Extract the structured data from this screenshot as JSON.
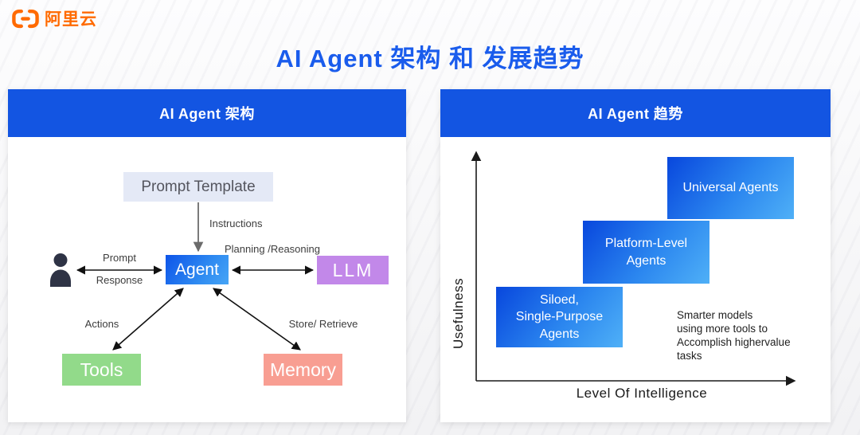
{
  "page": {
    "logo": {
      "brand": "阿里云",
      "color": "#FF6A00"
    },
    "title": "AI Agent 架构 和 发展趋势",
    "title_color": "#1A5CEC"
  },
  "architecture_panel": {
    "header": "AI Agent 架构",
    "header_bg": "#1355E2",
    "nodes": {
      "prompt_template": "Prompt Template",
      "agent": "Agent",
      "llm": "LLM",
      "tools": "Tools",
      "memory": "Memory"
    },
    "node_colors": {
      "prompt_template_bg": "#E4E9F6",
      "agent_gradient": [
        "#0D54E9",
        "#46A5F6"
      ],
      "llm_bg": "#C288E9",
      "tools_bg": "#92DA8A",
      "memory_bg": "#F89E92"
    },
    "edge_labels": {
      "instructions": "Instructions",
      "planning_reasoning": "Planning /Reasoning",
      "prompt": "Prompt",
      "response": "Response",
      "actions": "Actions",
      "store_retrieve": "Store/ Retrieve"
    },
    "edges": [
      {
        "from": "prompt_template",
        "to": "agent",
        "label": "Instructions",
        "bidirectional": false
      },
      {
        "from": "user",
        "to": "agent",
        "label_above": "Prompt",
        "label_below": "Response",
        "bidirectional": true
      },
      {
        "from": "agent",
        "to": "llm",
        "label": "Planning /Reasoning",
        "bidirectional": true
      },
      {
        "from": "agent",
        "to": "tools",
        "label": "Actions",
        "bidirectional": true
      },
      {
        "from": "agent",
        "to": "memory",
        "label": "Store/ Retrieve",
        "bidirectional": true
      }
    ]
  },
  "trends_panel": {
    "header": "AI Agent 趋势"
  },
  "chart_data": {
    "type": "scatter",
    "title": "AI Agent 趋势",
    "xlabel": "Level Of Intelligence",
    "ylabel": "Usefulness",
    "grid": false,
    "ticks": "none",
    "axes_style": "arrow-tipped lines, unlabeled",
    "points": [
      {
        "label": "Siloed,\nSingle-Purpose\nAgents",
        "x_level": "low",
        "y_level": "low"
      },
      {
        "label": "Platform-Level\nAgents",
        "x_level": "medium",
        "y_level": "medium"
      },
      {
        "label": "Universal Agents",
        "x_level": "high",
        "y_level": "high"
      }
    ],
    "annotation": "Smarter models\nusing more tools to\nAccomplish highervalue\ntasks",
    "box_gradient": [
      "#0847DD",
      "#4FB0F7"
    ]
  }
}
